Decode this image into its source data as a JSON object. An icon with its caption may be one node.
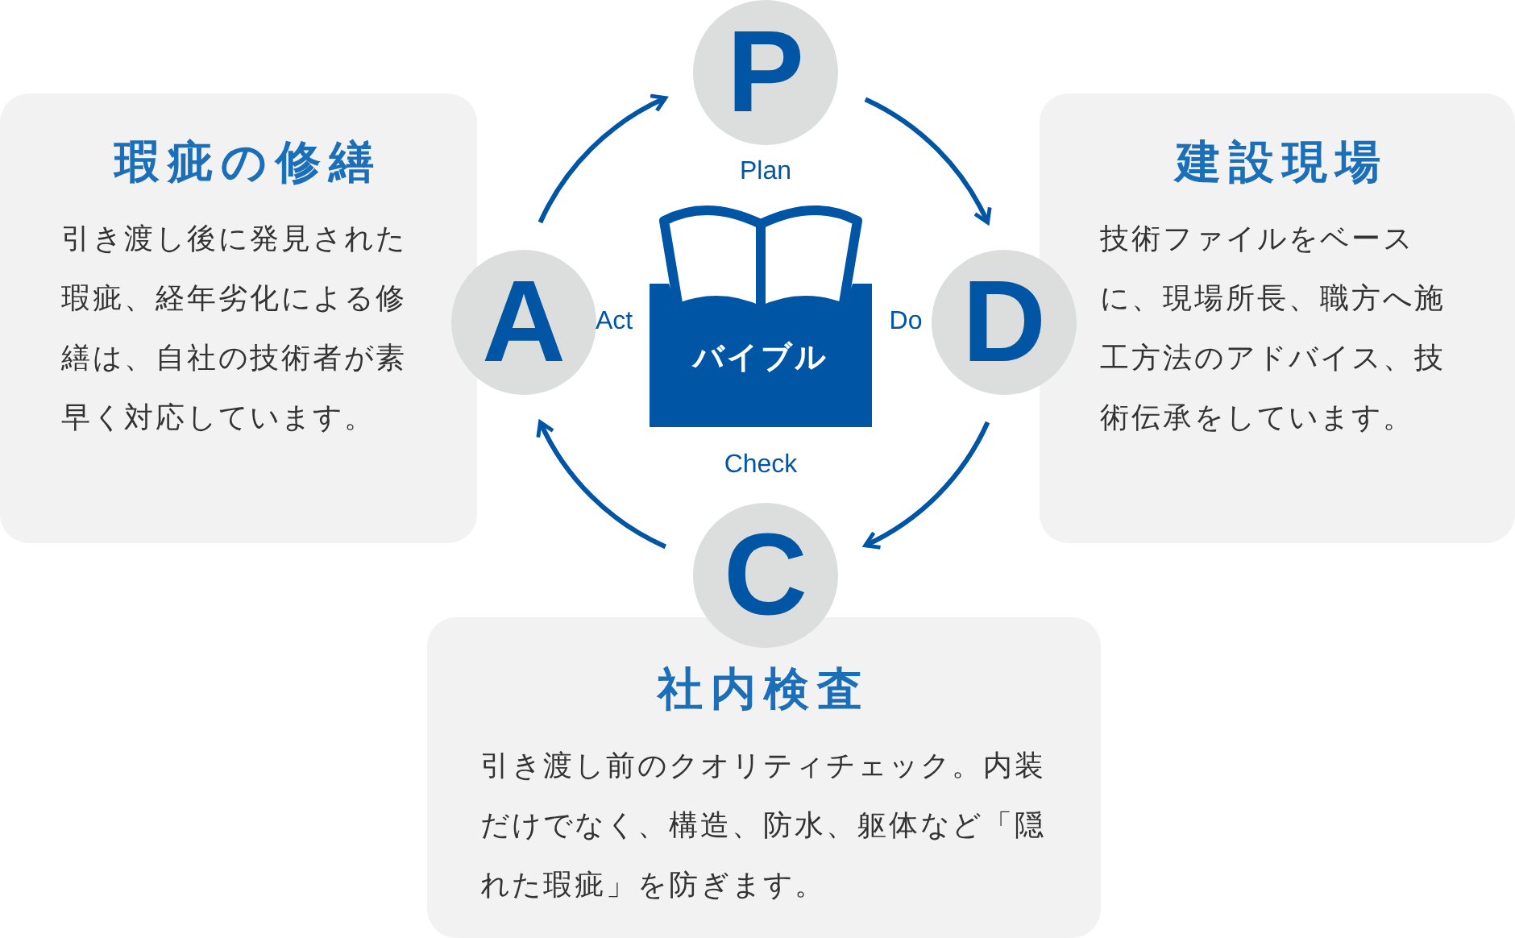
{
  "diagram": {
    "nodes": [
      {
        "text": [
          "瑕疵の修繕",
          "引き渡し後に発見された瑕疵、経年劣化による修繕は、自社の技術者が素早く対応しています。"
        ]
      },
      {
        "text": [
          "建設現場",
          "技術ファイルをベースに、現場所長、職方へ施工方法のアドバイス、技術伝承をしています。"
        ]
      },
      {
        "text": [
          "社内検査",
          "引き渡し前のクオリティチェック。内装だけでなく、構造、防水、躯体など「隠れた瑕疵」を防ぎます。"
        ]
      },
      {
        "text": [
          "P"
        ],
        "beside": [
          "Plan"
        ]
      },
      {
        "text": [
          "D"
        ],
        "beside": [
          "Do"
        ]
      },
      {
        "text": [
          "C"
        ],
        "beside": [
          "Check"
        ]
      },
      {
        "text": [
          "A"
        ],
        "beside": [
          "Act"
        ]
      },
      {
        "text": [
          "バイブル"
        ]
      }
    ],
    "edges": [
      {
        "from": 3,
        "to": 4,
        "arrow": "to"
      },
      {
        "from": 4,
        "to": 5,
        "arrow": "to"
      },
      {
        "from": 5,
        "to": 6,
        "arrow": "to"
      },
      {
        "from": 6,
        "to": 3,
        "arrow": "to"
      }
    ]
  }
}
